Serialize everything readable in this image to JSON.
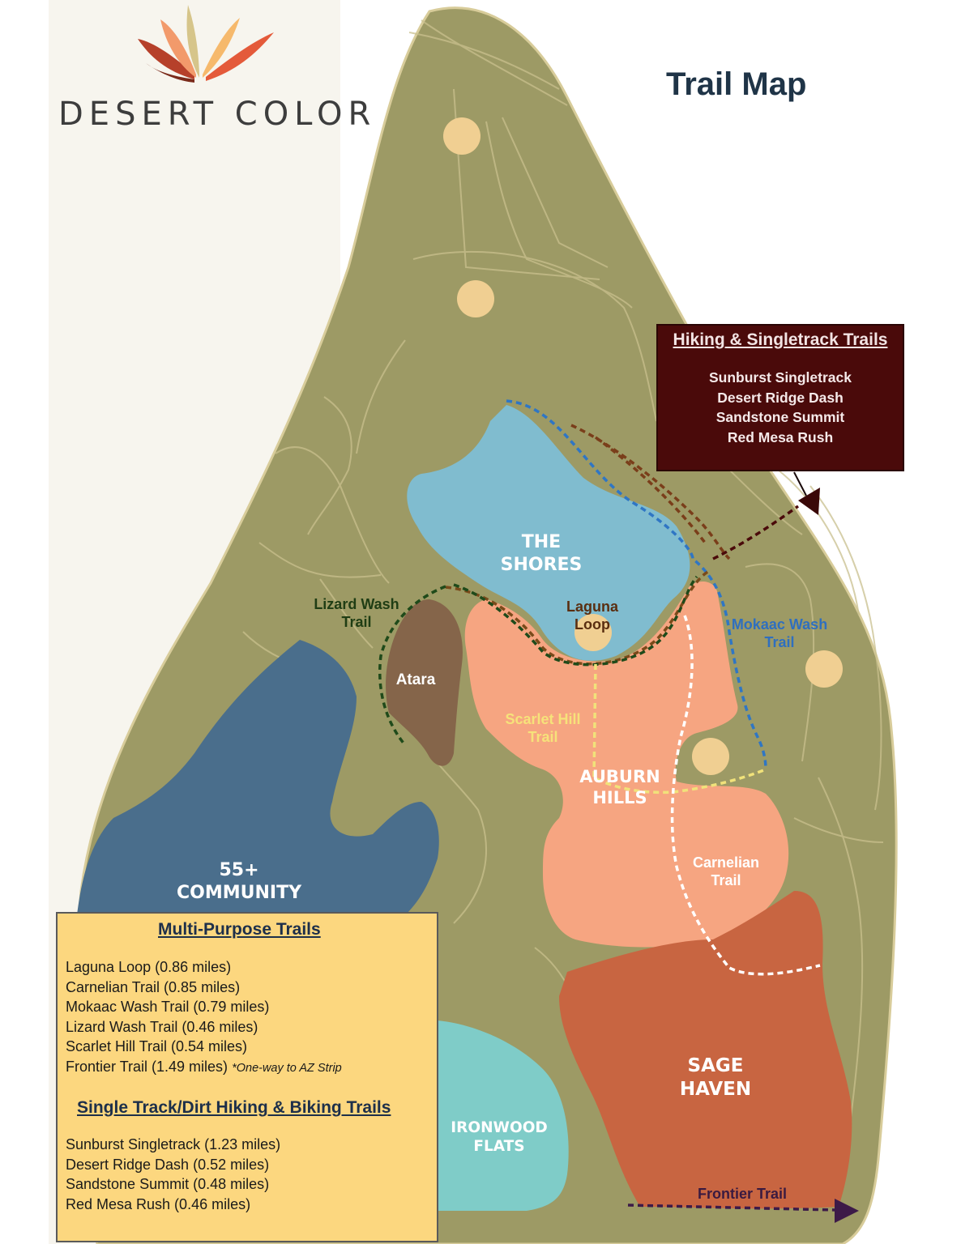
{
  "brand": {
    "name": "DESERT COLOR"
  },
  "map": {
    "title": "Trail Map"
  },
  "colors": {
    "land": "#9d9a65",
    "the_shores": "#80bccf",
    "atara": "#85654a",
    "auburn_hills": "#f6a581",
    "community_55": "#4a6e8c",
    "sage_haven": "#c86541",
    "ironwood_flats": "#7fccc8",
    "park_dots": "#f0cf92",
    "hiking_box": "#4a0a0a",
    "legend_box": "#fcd77f"
  },
  "regions": {
    "the_shores": "THE SHORES",
    "atara": "Atara",
    "auburn_hills": "AUBURN\nHILLS",
    "community_55": "55+ COMMUNITY",
    "sage_haven": "SAGE\nHAVEN",
    "ironwood_flats": "IRONWOOD\nFLATS"
  },
  "trail_labels": {
    "lizard_wash": "Lizard Wash\nTrail",
    "laguna_loop": "Laguna\nLoop",
    "mokaac_wash": "Mokaac Wash\nTrail",
    "scarlet_hill": "Scarlet Hill\nTrail",
    "carnelian": "Carnelian\nTrail",
    "frontier": "Frontier Trail"
  },
  "hiking_box": {
    "title": "Hiking & Singletrack Trails",
    "items": [
      "Sunburst Singletrack",
      "Desert Ridge Dash",
      "Sandstone Summit",
      "Red Mesa Rush"
    ]
  },
  "legend": {
    "multi_purpose_title": "Multi-Purpose Trails",
    "multi_purpose": [
      "Laguna Loop (0.86 miles)",
      "Carnelian Trail (0.85 miles)",
      "Mokaac Wash Trail (0.79 miles)",
      "Lizard Wash Trail (0.46 miles)",
      "Scarlet Hill Trail (0.54 miles)",
      "Frontier Trail (1.49 miles)"
    ],
    "frontier_note": "*One-way to AZ Strip",
    "single_track_title": "Single Track/Dirt Hiking & Biking Trails",
    "single_track": [
      "Sunburst Singletrack (1.23 miles)",
      "Desert Ridge Dash (0.52 miles)",
      "Sandstone Summit (0.48 miles)",
      "Red Mesa Rush (0.46 miles)"
    ]
  }
}
